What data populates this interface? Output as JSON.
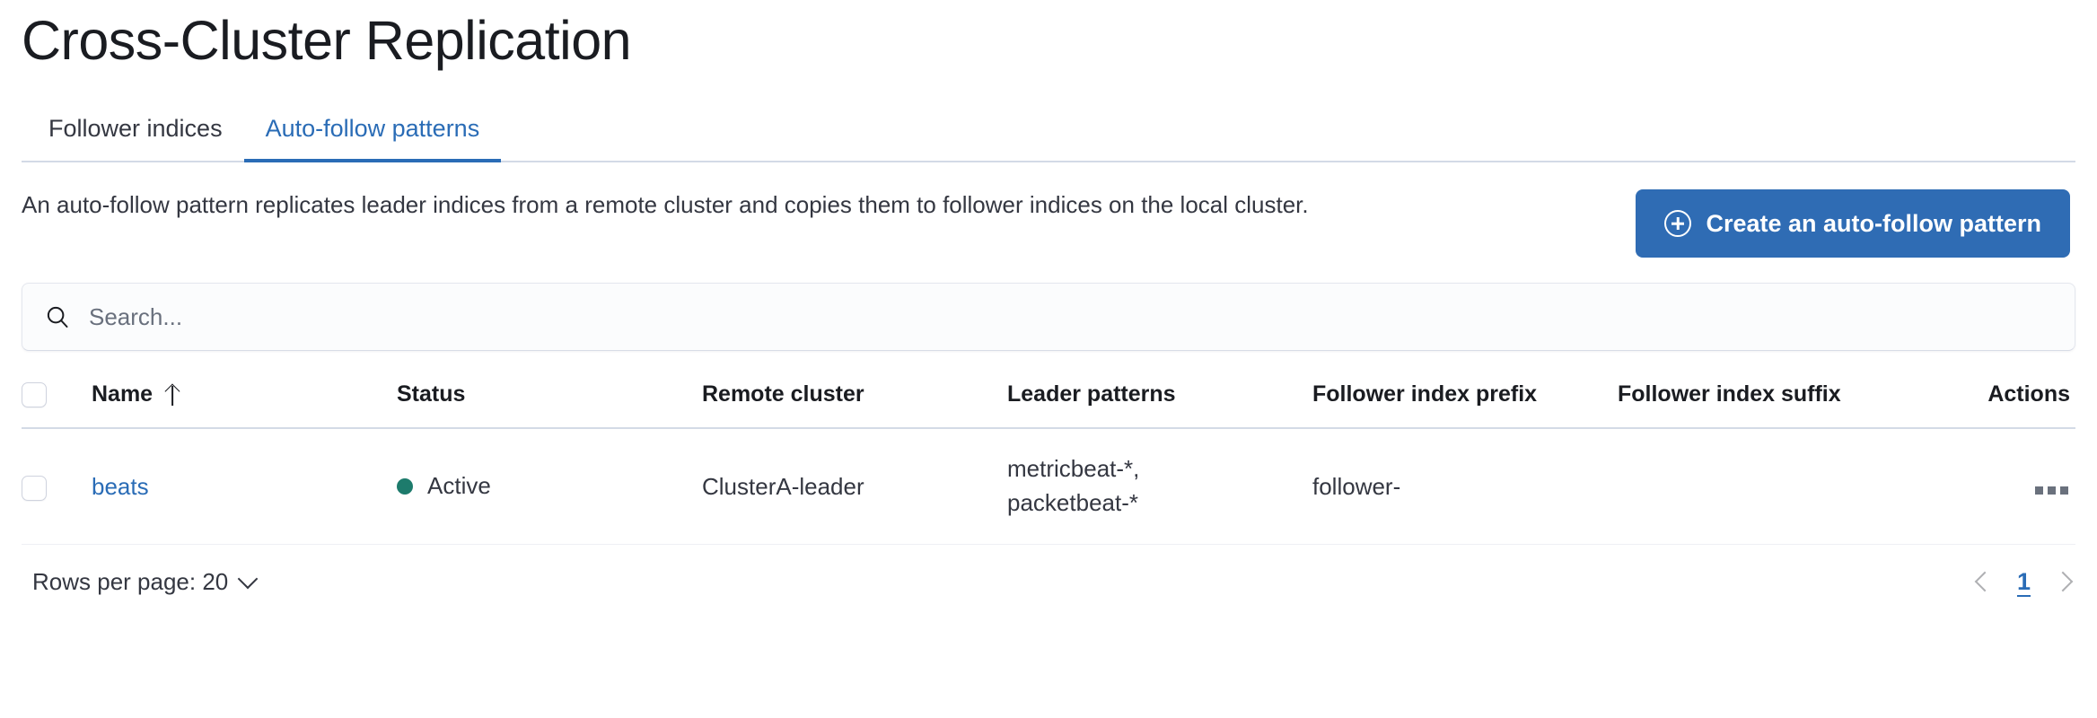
{
  "page": {
    "title": "Cross-Cluster Replication"
  },
  "tabs": [
    {
      "label": "Follower indices",
      "active": false
    },
    {
      "label": "Auto-follow patterns",
      "active": true
    }
  ],
  "intro": {
    "description": "An auto-follow pattern replicates leader indices from a remote cluster and copies them to follower indices on the local cluster.",
    "create_button_label": "Create an auto-follow pattern",
    "create_button_icon": "plus-in-circle-icon"
  },
  "search": {
    "placeholder": "Search...",
    "value": "",
    "icon": "search-icon"
  },
  "table": {
    "columns": [
      {
        "key": "name",
        "label": "Name",
        "sorted": "asc"
      },
      {
        "key": "status",
        "label": "Status"
      },
      {
        "key": "remote_cluster",
        "label": "Remote cluster"
      },
      {
        "key": "leader_patterns",
        "label": "Leader patterns"
      },
      {
        "key": "follower_index_prefix",
        "label": "Follower index prefix"
      },
      {
        "key": "follower_index_suffix",
        "label": "Follower index suffix"
      },
      {
        "key": "actions",
        "label": "Actions"
      }
    ],
    "rows": [
      {
        "name": "beats",
        "status": "Active",
        "status_color": "#1d7b6c",
        "remote_cluster": "ClusterA-leader",
        "leader_patterns": "metricbeat-*, packetbeat-*",
        "leader_patterns_line1": "metricbeat-*,",
        "leader_patterns_line2": "packetbeat-*",
        "follower_index_prefix": "follower-",
        "follower_index_suffix": "",
        "actions_icon": "ellipsis-horizontal-icon"
      }
    ]
  },
  "footer": {
    "rows_per_page_label": "Rows per page: 20",
    "rows_per_page_value": "20",
    "rows_per_page_icon": "chevron-down-icon",
    "prev_icon": "chevron-left-icon",
    "next_icon": "chevron-right-icon",
    "current_page": "1"
  },
  "colors": {
    "accent_blue": "#2a6cb6",
    "button_blue": "#2f6cb4",
    "status_green": "#1d7b6c",
    "border_grey": "#d3dae6",
    "text_dark": "#343741"
  }
}
